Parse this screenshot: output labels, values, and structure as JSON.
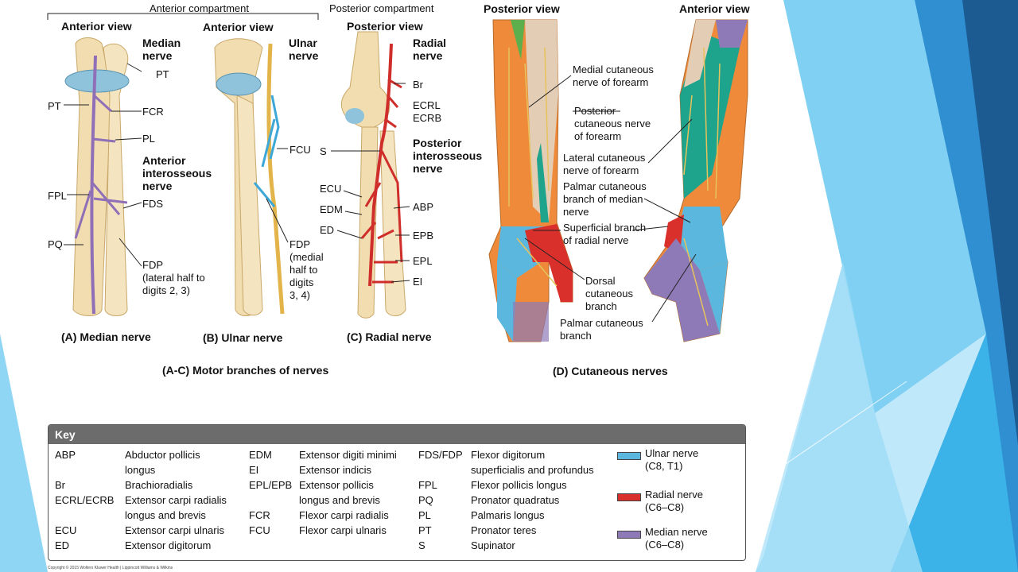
{
  "headers": {
    "anterior_compartment": "Anterior compartment",
    "posterior_compartment": "Posterior compartment",
    "anterior_view_a": "Anterior view",
    "anterior_view_b": "Anterior view",
    "posterior_view_c": "Posterior view",
    "posterior_view_d": "Posterior view",
    "anterior_view_d": "Anterior view"
  },
  "panel_a": {
    "nerve": "Median\nnerve",
    "labels": [
      "PT",
      "PT",
      "FCR",
      "PL",
      "FPL",
      "FDS",
      "PQ",
      "FDP\n(lateral half to\ndigits 2, 3)"
    ],
    "interosseous": "Anterior\ninterosseous\nnerve",
    "caption": "(A) Median nerve"
  },
  "panel_b": {
    "nerve": "Ulnar\nnerve",
    "labels": [
      "FCU",
      "FDP\n(medial\nhalf to\ndigits\n3, 4)"
    ],
    "caption": "(B) Ulnar nerve"
  },
  "panel_c": {
    "nerve": "Radial\nnerve",
    "labels": [
      "Br",
      "ECRL",
      "ECRB",
      "S",
      "ECU",
      "EDM",
      "ED",
      "ABP",
      "EPB",
      "EPL",
      "EI"
    ],
    "interosseous": "Posterior\ninterosseous\nnerve",
    "caption": "(C) Radial nerve"
  },
  "panel_d": {
    "labels": [
      "Medial cutaneous\nnerve of forearm",
      "Posterior\ncutaneous nerve\nof forearm",
      "Lateral cutaneous\nnerve of forearm",
      "Palmar cutaneous\nbranch of median\nnerve",
      "Superficial branch\nof radial nerve",
      "Dorsal\ncutaneous\nbranch",
      "Palmar cutaneous\nbranch"
    ],
    "caption": "(D) Cutaneous nerves"
  },
  "captions": {
    "motor": "(A-C) Motor branches of nerves"
  },
  "key": {
    "title": "Key",
    "col1_abbr": "ABP\n\nBr\nECRL/ECRB\n\nECU\nED",
    "col1_desc": "Abductor pollicis\nlongus\nBrachioradialis\nExtensor carpi radialis\nlongus and brevis\nExtensor carpi ulnaris\nExtensor digitorum",
    "col2_abbr": "EDM\nEI\nEPL/EPB\n\nFCR\nFCU",
    "col2_desc": "Extensor digiti minimi\nExtensor indicis\nExtensor pollicis\nlongus and brevis\nFlexor carpi radialis\nFlexor carpi ulnaris",
    "col3_abbr": "FDS/FDP\n\nFPL\nPQ\nPL\nPT\nS",
    "col3_desc": "Flexor digitorum\nsuperficialis and profundus\nFlexor pollicis longus\nPronator quadratus\nPalmaris longus\nPronator teres\nSupinator",
    "legend": [
      {
        "label": "Ulnar nerve\n(C8, T1)",
        "color": "#5bb7de"
      },
      {
        "label": "Radial nerve\n(C6–C8)",
        "color": "#d9302b"
      },
      {
        "label": "Median nerve\n(C6–C8)",
        "color": "#8f7ab8"
      }
    ]
  },
  "copyright": "Copyright © 2015 Wolters Kluwer Health | Lippincott Williams & Wilkins",
  "colors": {
    "bone": "#f1ddb0",
    "cartilage": "#8fc3dc",
    "skin_orange": "#ee8a3a",
    "skin_beige": "#e3cdb4",
    "teal": "#1ea38c",
    "cutaneous_nerve": "#e7c35b",
    "slide_blue_light": "#5fc6ee",
    "slide_blue_dark": "#1b4f8a"
  },
  "icons": [
    "forearm-bone-illustration",
    "forearm-skin-illustration"
  ]
}
